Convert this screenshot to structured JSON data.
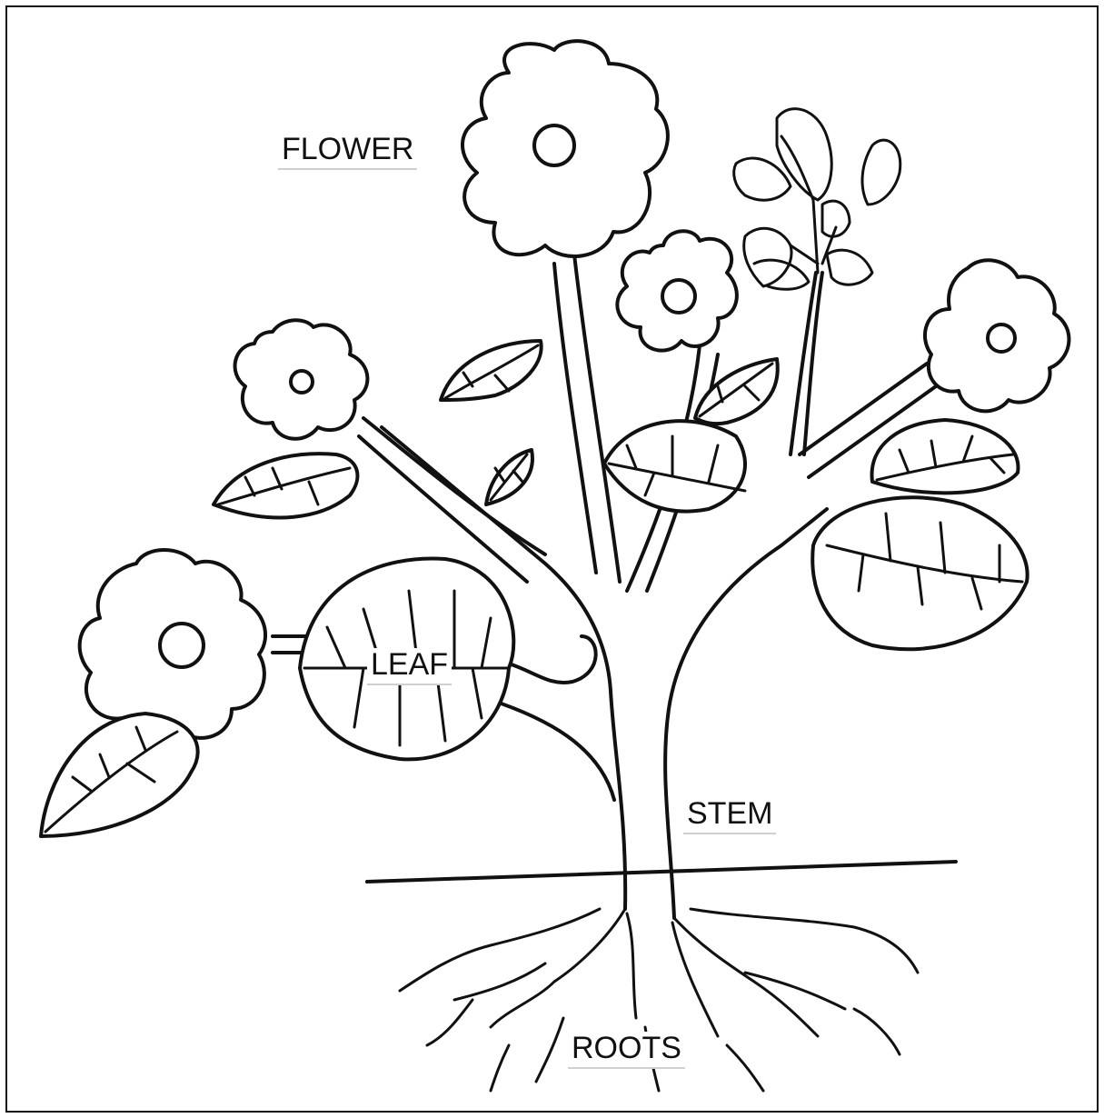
{
  "labels": {
    "flower": "FLOWER",
    "leaf": "LEAF",
    "stem": "STEM",
    "roots": "ROOTS"
  }
}
